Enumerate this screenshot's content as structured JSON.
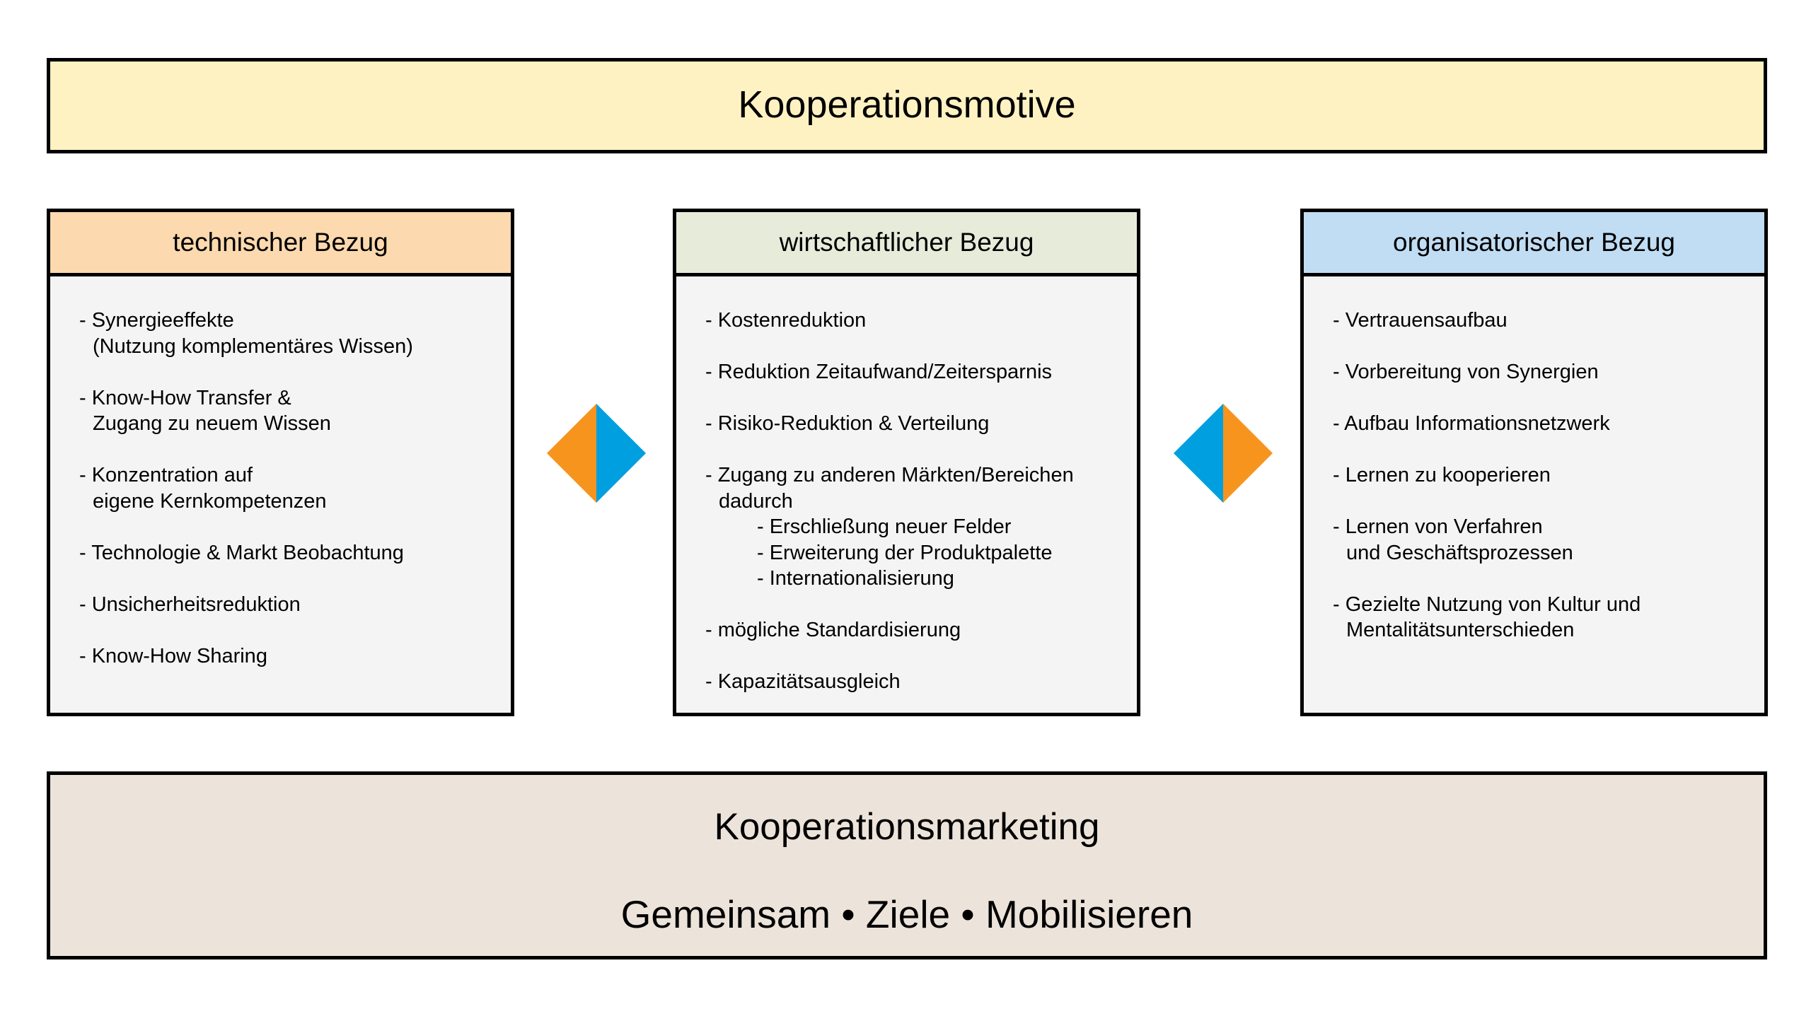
{
  "title": "Kooperationsmotive",
  "colors": {
    "title_fill": "#FFF2C2",
    "technical_header": "#FCD9AE",
    "economic_header": "#E7EBDA",
    "organizational_header": "#C1DDF3",
    "column_body": "#F4F4F4",
    "bottom_fill": "#ECE3DA",
    "diamond_orange": "#F7941E",
    "diamond_blue": "#009FDF",
    "border": "#000000"
  },
  "columns": [
    {
      "header": "technischer Bezug",
      "items": [
        {
          "lines": [
            "- Synergieeffekte",
            "(Nutzung komplementäres Wissen)"
          ],
          "sub": []
        },
        {
          "lines": [
            "- Know-How Transfer &",
            "Zugang zu neuem Wissen"
          ],
          "sub": []
        },
        {
          "lines": [
            "- Konzentration auf",
            "eigene Kernkompetenzen"
          ],
          "sub": []
        },
        {
          "lines": [
            "- Technologie & Markt Beobachtung"
          ],
          "sub": []
        },
        {
          "lines": [
            "- Unsicherheitsreduktion"
          ],
          "sub": []
        },
        {
          "lines": [
            "- Know-How Sharing"
          ],
          "sub": []
        }
      ]
    },
    {
      "header": "wirtschaftlicher Bezug",
      "items": [
        {
          "lines": [
            "- Kostenreduktion"
          ],
          "sub": []
        },
        {
          "lines": [
            "- Reduktion Zeitaufwand/Zeitersparnis"
          ],
          "sub": []
        },
        {
          "lines": [
            "- Risiko-Reduktion & Verteilung"
          ],
          "sub": []
        },
        {
          "lines": [
            "- Zugang zu anderen Märkten/Bereichen",
            "dadurch"
          ],
          "sub": [
            "- Erschließung neuer Felder",
            "- Erweiterung der Produktpalette",
            "- Internationalisierung"
          ]
        },
        {
          "lines": [
            "- mögliche Standardisierung"
          ],
          "sub": []
        },
        {
          "lines": [
            "- Kapazitätsausgleich"
          ],
          "sub": []
        }
      ]
    },
    {
      "header": "organisatorischer Bezug",
      "items": [
        {
          "lines": [
            "- Vertrauensaufbau"
          ],
          "sub": []
        },
        {
          "lines": [
            "- Vorbereitung von Synergien"
          ],
          "sub": []
        },
        {
          "lines": [
            "- Aufbau Informationsnetzwerk"
          ],
          "sub": []
        },
        {
          "lines": [
            "- Lernen zu kooperieren"
          ],
          "sub": []
        },
        {
          "lines": [
            "- Lernen von Verfahren",
            "und Geschäftsprozessen"
          ],
          "sub": []
        },
        {
          "lines": [
            "- Gezielte Nutzung von Kultur und",
            "Mentalitätsunterschieden"
          ],
          "sub": []
        }
      ]
    }
  ],
  "connectors": [
    {
      "icon": "diamond-orange-blue-icon",
      "left_color": "#F7941E",
      "right_color": "#009FDF"
    },
    {
      "icon": "diamond-blue-orange-icon",
      "left_color": "#009FDF",
      "right_color": "#F7941E"
    }
  ],
  "bottom": {
    "title": "Kooperationsmarketing",
    "slogan": "Gemeinsam • Ziele • Mobilisieren"
  }
}
